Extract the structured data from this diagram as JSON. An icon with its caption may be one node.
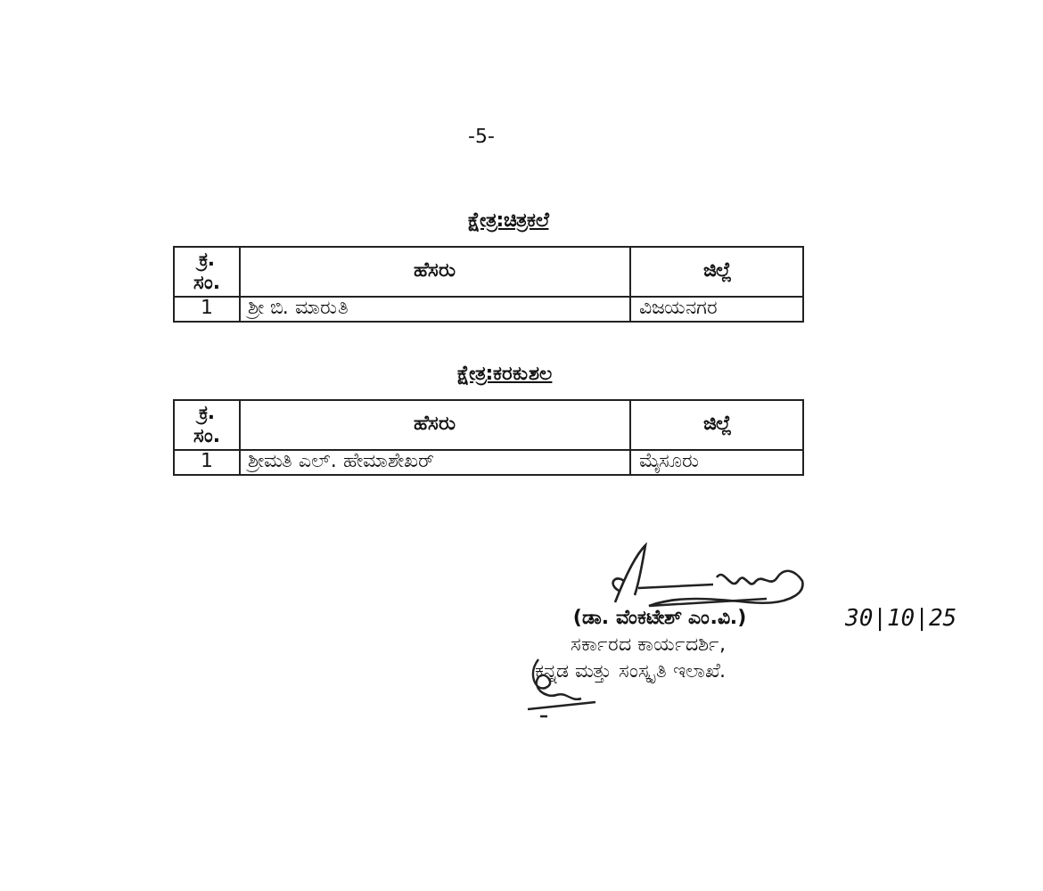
{
  "diagram": {
    "labels": [
      "-5-",
      "ಕ್ಷೇತ್ರ:ಚಿತ್ರಕಲೆ",
      "ಕ್ರ. ಸಂ.",
      "ಹೆಸರು",
      "ಜಿಲ್ಲೆ",
      "1",
      "ಶ್ರೀ ಬಿ. ಮಾರುತಿ",
      "ವಿಜಯನಗರ",
      "ಕ್ಷೇತ್ರ:ಕರಕುಶಲ",
      "ಕ್ರ. ಸಂ.",
      "ಹೆಸರು",
      "ಜಿಲ್ಲೆ",
      "1",
      "ಶ್ರೀಮತಿ ಎಲ್. ಹೇಮಾಶೇಖರ್",
      "ಮೈಸೂರು",
      "(ಡಾ. ವೆಂಕಟೇಶ್ ಎಂ.ವಿ.)",
      "30|10|25",
      "ಸರ್ಕಾರದ ಕಾರ್ಯದರ್ಶಿ,",
      "ಕನ್ನಡ ಮತ್ತು ಸಂಸ್ಕೃತಿ ಇಲಾಖೆ."
    ]
  }
}
